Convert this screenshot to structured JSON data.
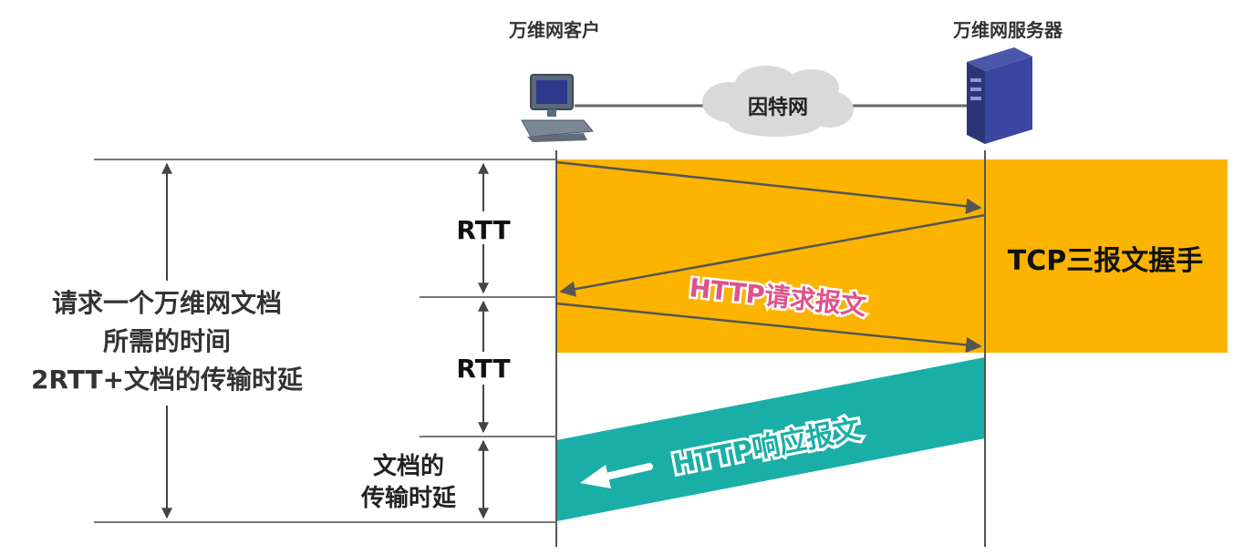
{
  "header": {
    "client_label": "万维网客户",
    "server_label": "万维网服务器",
    "internet_label": "因特网"
  },
  "left_annotation": {
    "line1": "请求一个万维网文档",
    "line2": "所需的时间",
    "line3": "2RTT+文档的传输时延"
  },
  "intervals": {
    "rtt1": "RTT",
    "rtt2": "RTT",
    "doc_delay_line1": "文档的",
    "doc_delay_line2": "传输时延"
  },
  "regions": {
    "handshake_label": "TCP三报文握手",
    "request_label": "HTTP请求报文",
    "response_label": "HTTP响应报文"
  },
  "colors": {
    "handshake": "#FCB400",
    "response": "#1AAFA6",
    "request_text": "#E0528A",
    "line": "#555555"
  },
  "icons": {
    "client": "desktop-computer-icon",
    "server": "server-tower-icon",
    "internet": "cloud-icon",
    "left_arrow": "left-arrow-icon"
  }
}
